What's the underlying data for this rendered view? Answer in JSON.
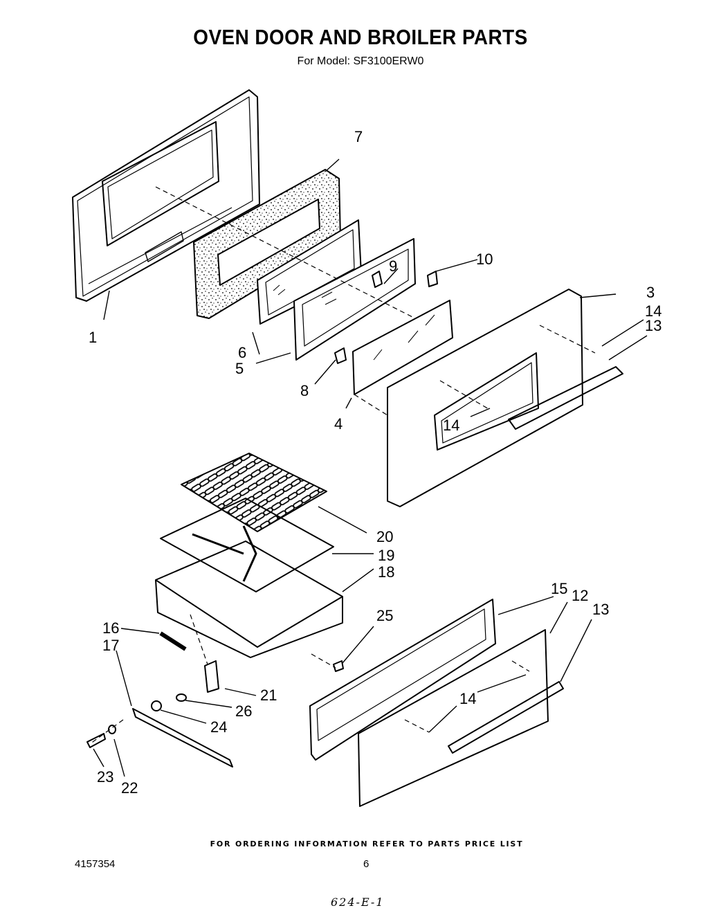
{
  "header": {
    "title": "OVEN DOOR AND BROILER PARTS",
    "subtitle": "For Model: SF3100ERW0"
  },
  "callouts": {
    "c1": "1",
    "c3": "3",
    "c4": "4",
    "c5": "5",
    "c6": "6",
    "c7": "7",
    "c8": "8",
    "c9": "9",
    "c10": "10",
    "c12": "12",
    "c13a": "13",
    "c13b": "13",
    "c14a": "14",
    "c14b": "14",
    "c14c": "14",
    "c15": "15",
    "c16": "16",
    "c17": "17",
    "c18": "18",
    "c19": "19",
    "c20": "20",
    "c21": "21",
    "c22": "22",
    "c23": "23",
    "c24": "24",
    "c25": "25",
    "c26": "26"
  },
  "footer": {
    "ordering_note": "FOR ORDERING INFORMATION REFER TO PARTS PRICE LIST",
    "document_number": "4157354",
    "page_number": "6",
    "handwritten_code": "624-E-1"
  }
}
